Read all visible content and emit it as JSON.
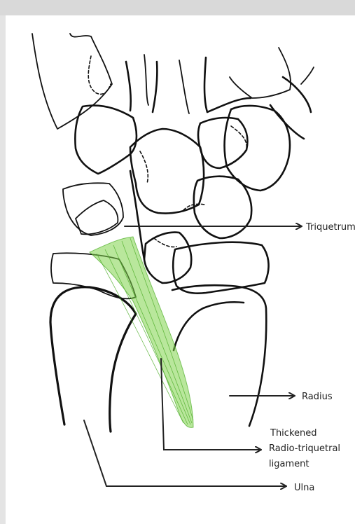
{
  "labels": {
    "triquetrum": "Triquetrum",
    "radius": "Radius",
    "ligament_line1": "Thickened",
    "ligament_line2": "Radio-triquetral",
    "ligament_line3": "ligament",
    "ulna": "Ulna"
  },
  "colors": {
    "ink": "#111111",
    "ligament": "#7fd34a",
    "ligament_dark": "#4fae2a",
    "background": "#ffffff"
  }
}
